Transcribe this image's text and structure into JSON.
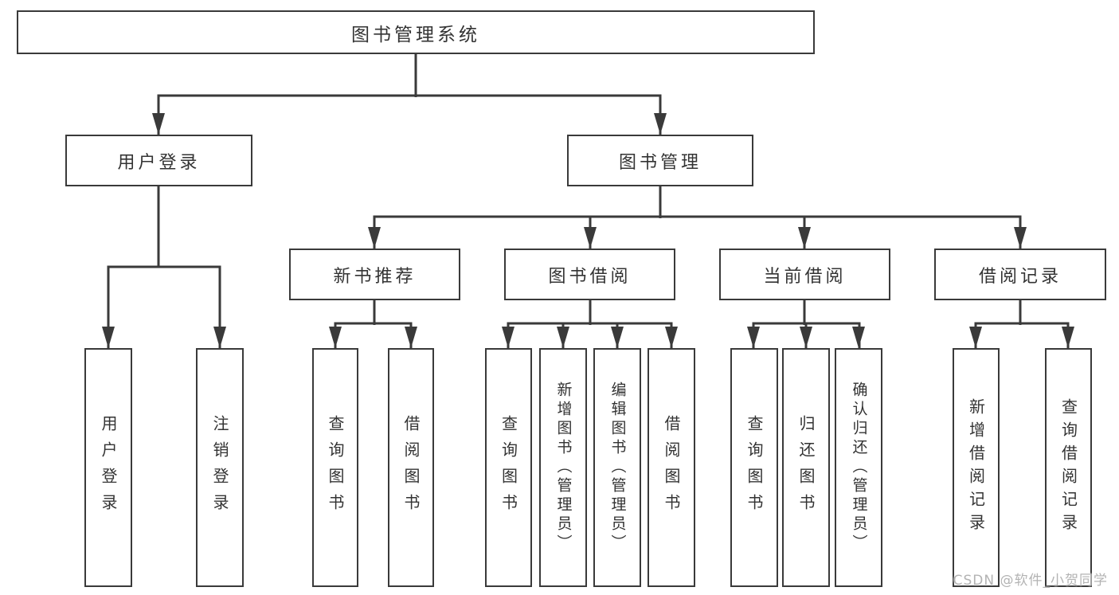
{
  "tree": {
    "label": "图书管理系统",
    "children": [
      {
        "label": "用户登录",
        "children": [
          {
            "label": "用户登录"
          },
          {
            "label": "注销登录"
          }
        ]
      },
      {
        "label": "图书管理",
        "children": [
          {
            "label": "新书推荐",
            "children": [
              {
                "label": "查询图书"
              },
              {
                "label": "借阅图书"
              }
            ]
          },
          {
            "label": "图书借阅",
            "children": [
              {
                "label": "查询图书"
              },
              {
                "label": "新增图书（管理员）"
              },
              {
                "label": "编辑图书（管理员）"
              },
              {
                "label": "借阅图书"
              }
            ]
          },
          {
            "label": "当前借阅",
            "children": [
              {
                "label": "查询图书"
              },
              {
                "label": "归还图书"
              },
              {
                "label": "确认归还（管理员）"
              }
            ]
          },
          {
            "label": "借阅记录",
            "children": [
              {
                "label": "新增借阅记录"
              },
              {
                "label": "查询借阅记录"
              }
            ]
          }
        ]
      }
    ]
  },
  "watermark": {
    "text": "CSDN @软件_小贺同学"
  },
  "colors": {
    "line": "#3a3a3a",
    "box_border": "#3a3a3a",
    "text": "#333333",
    "watermark": "#b3b3b3",
    "background": "#ffffff"
  }
}
